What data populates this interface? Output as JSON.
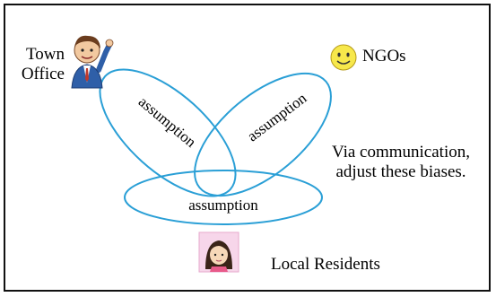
{
  "actors": {
    "town_office": {
      "line1": "Town",
      "line2": "Office",
      "icon": "businessman-icon"
    },
    "ngos": {
      "label": "NGOs",
      "icon": "smiley-face-icon"
    },
    "residents": {
      "label": "Local Residents",
      "icon": "girl-portrait-icon"
    }
  },
  "ellipses": {
    "left": {
      "label": "assumption"
    },
    "right": {
      "label": "assumption"
    },
    "bottom": {
      "label": "assumption"
    }
  },
  "note": {
    "line1": "Via communication,",
    "line2": "adjust these biases."
  },
  "colors": {
    "ellipse_stroke": "#2a9fd6",
    "frame": "#111111"
  }
}
